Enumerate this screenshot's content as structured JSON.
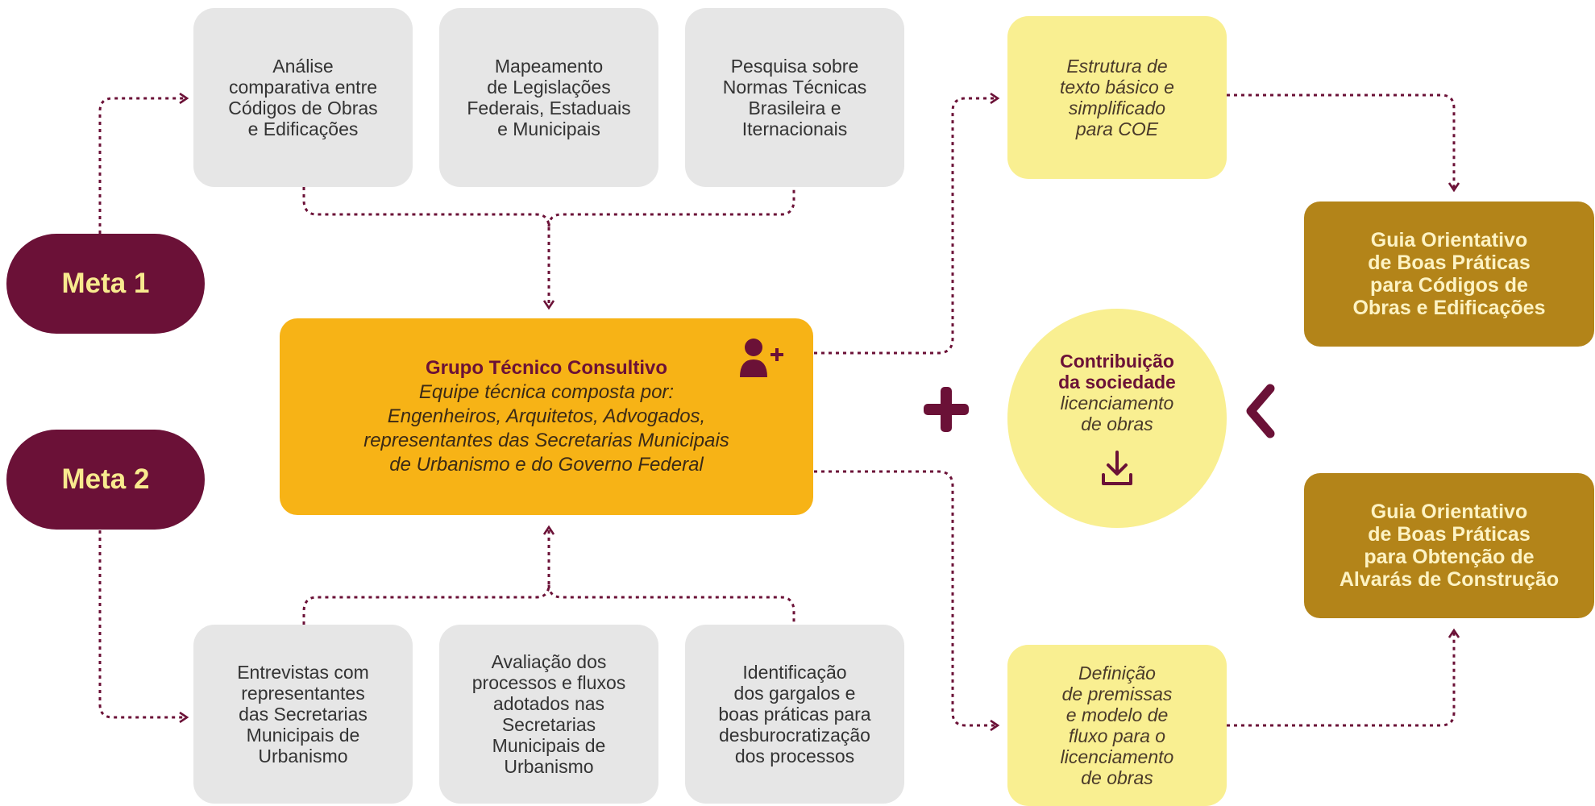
{
  "colors": {
    "meta": "#6b1137",
    "meta_text": "#f8ea8e",
    "connector": "#6b1137",
    "gray_box": "#e6e6e6",
    "yellow_box": "#f9ef91",
    "central_box": "#f7b316",
    "guide_box": "#b38419"
  },
  "meta1": {
    "label": "Meta 1"
  },
  "meta2": {
    "label": "Meta 2"
  },
  "top_boxes": [
    {
      "lines": [
        "Análise",
        "comparativa entre",
        "Códigos de Obras",
        "e Edificações"
      ]
    },
    {
      "lines": [
        "Mapeamento",
        "de Legislações",
        "Federais, Estaduais",
        "e Municipais"
      ]
    },
    {
      "lines": [
        "Pesquisa sobre",
        "Normas Técnicas",
        "Brasileira e",
        "Iternacionais"
      ]
    }
  ],
  "bottom_boxes": [
    {
      "lines": [
        "Entrevistas com",
        "representantes",
        "das Secretarias",
        "Municipais de",
        "Urbanismo"
      ]
    },
    {
      "lines": [
        "Avaliação dos",
        "processos e fluxos",
        "adotados nas",
        "Secretarias",
        "Municipais de",
        "Urbanismo"
      ]
    },
    {
      "lines": [
        "Identificação",
        "dos gargalos e",
        "boas práticas para",
        "desburocratização",
        "dos processos"
      ]
    }
  ],
  "central": {
    "title": "Grupo Técnico Consultivo",
    "lines": [
      "Equipe técnica composta por:",
      "Engenheiros, Arquitetos, Advogados,",
      "representantes das Secretarias Municipais",
      "de Urbanismo e do Governo Federal"
    ],
    "icon": "add-user-icon"
  },
  "yellow_top": {
    "lines": [
      "Estrutura de",
      "texto básico e",
      "simplificado",
      "para COE"
    ]
  },
  "yellow_bottom": {
    "lines": [
      "Definição",
      "de premissas",
      "e modelo de",
      "fluxo para o",
      "licenciamento",
      "de obras"
    ]
  },
  "contribution": {
    "bold_lines": [
      "Contribuição",
      "da sociedade"
    ],
    "italic_lines": [
      "licenciamento",
      "de obras"
    ],
    "icon": "download-icon"
  },
  "guide1": {
    "lines": [
      "Guia Orientativo",
      "de Boas Práticas",
      "para Códigos de",
      "Obras e Edificações"
    ]
  },
  "guide2": {
    "lines": [
      "Guia Orientativo",
      "de Boas Práticas",
      "para Obtenção de",
      "Alvarás de Construção"
    ]
  },
  "symbols": {
    "plus": "plus-icon",
    "chevron": "chevron-left-icon"
  }
}
